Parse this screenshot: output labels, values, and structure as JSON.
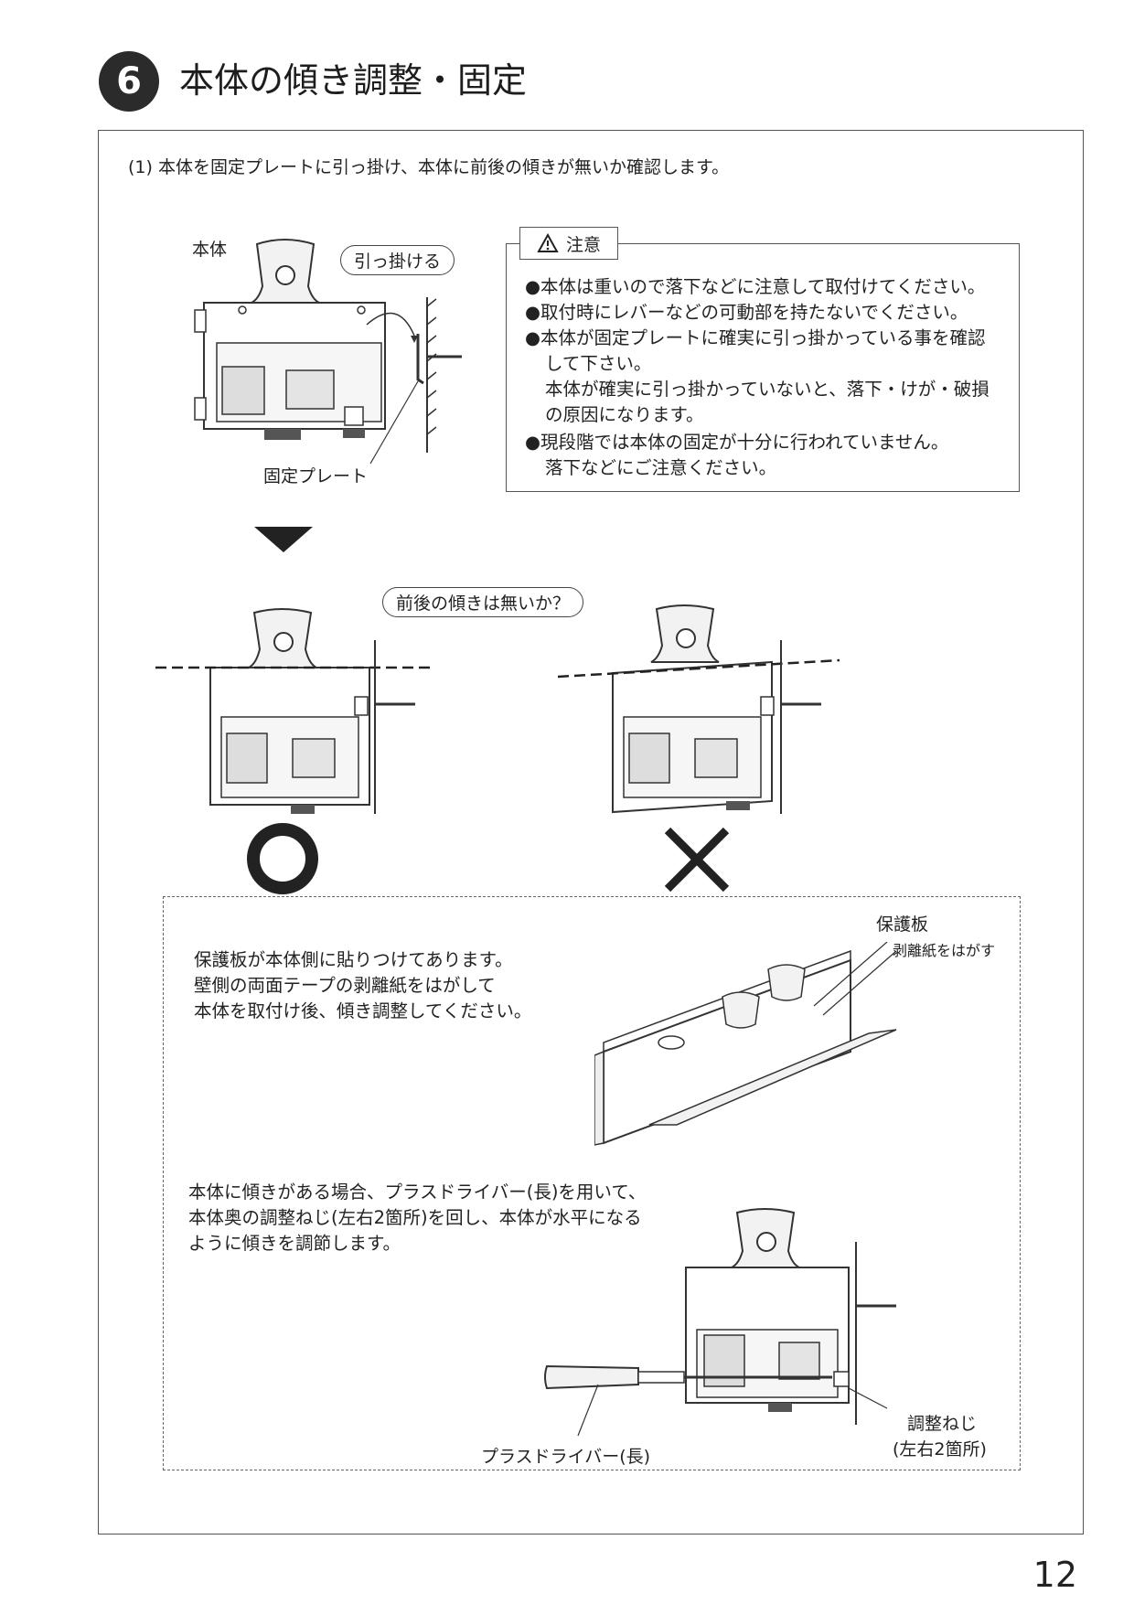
{
  "header": {
    "step_number": "6",
    "title": "本体の傾き調整・固定"
  },
  "step1": {
    "text": "(1) 本体を固定プレートに引っ掛け、本体に前後の傾きが無いか確認します。"
  },
  "figure_top": {
    "label_body": "本体",
    "label_hook": "引っ掛ける",
    "label_plate": "固定プレート"
  },
  "caution": {
    "title": "注意",
    "lines": [
      "●本体は重いので落下などに注意して取付けてください。",
      "●取付時にレバーなどの可動部を持たないでください。",
      "●本体が固定プレートに確実に引っ掛かっている事を確認",
      "して下さい。",
      "本体が確実に引っ掛かっていないと、落下・けが・破損",
      "の原因になります。",
      "●現段階では本体の固定が十分に行われていません。",
      "落下などにご注意ください。"
    ]
  },
  "tilt_check": {
    "question": "前後の傾きは無いか？",
    "ok_mark": "○",
    "ng_mark": "×"
  },
  "protect": {
    "label_plate": "保護板",
    "label_peel": "剥離紙をはがす",
    "lines": [
      "保護板が本体側に貼りつけてあります。",
      "壁側の両面テープの剥離紙をはがして",
      "本体を取付け後、傾き調整してください。"
    ]
  },
  "adjust": {
    "lines": [
      "本体に傾きがある場合、プラスドライバー(長)を用いて、",
      "本体奥の調整ねじ(左右2箇所)を回し、本体が水平になる",
      "ように傾きを調節します。"
    ],
    "label_driver": "プラスドライバー(長)",
    "label_screw": "調整ねじ",
    "label_screw_note": "(左右2箇所)"
  },
  "page": {
    "number": "12"
  }
}
